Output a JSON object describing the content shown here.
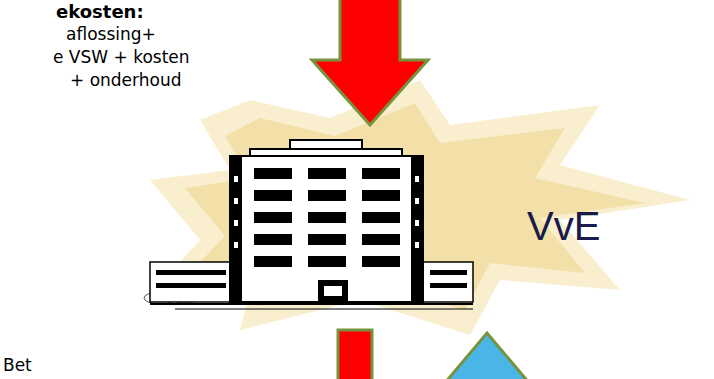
{
  "diagram": {
    "nodes": [
      {
        "text": [
          "VvE"
        ]
      }
    ],
    "labels": [
      "ekosten:",
      "aflossing+",
      "e VSW + kosten",
      "+ onderhoud",
      "Bet"
    ]
  }
}
